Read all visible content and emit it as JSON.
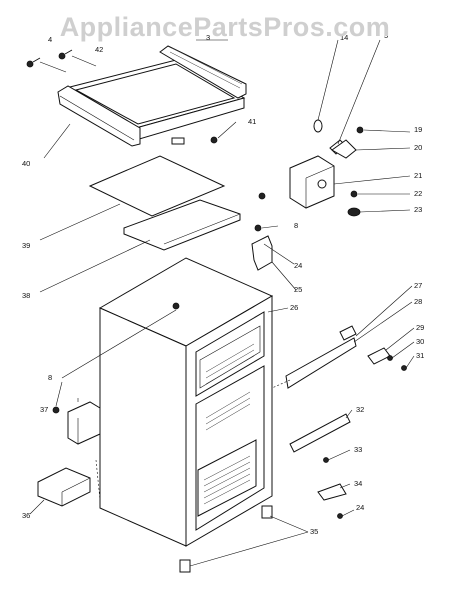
{
  "watermark": "AppliancePartsPros.com",
  "callouts": {
    "c4": "4",
    "c42": "42",
    "c3": "3",
    "c14": "14",
    "c5": "5",
    "c40": "40",
    "c41": "41",
    "c19": "19",
    "c20": "20",
    "c21": "21",
    "c22": "22",
    "c23": "23",
    "c39": "39",
    "c8a": "8",
    "c24a": "24",
    "c38": "38",
    "c25": "25",
    "c26": "26",
    "c27": "27",
    "c28": "28",
    "c29": "29",
    "c30": "30",
    "c31": "31",
    "c8b": "8",
    "c37": "37",
    "c32": "32",
    "c33": "33",
    "c34": "34",
    "c24b": "24",
    "c36": "36",
    "c35": "35"
  }
}
